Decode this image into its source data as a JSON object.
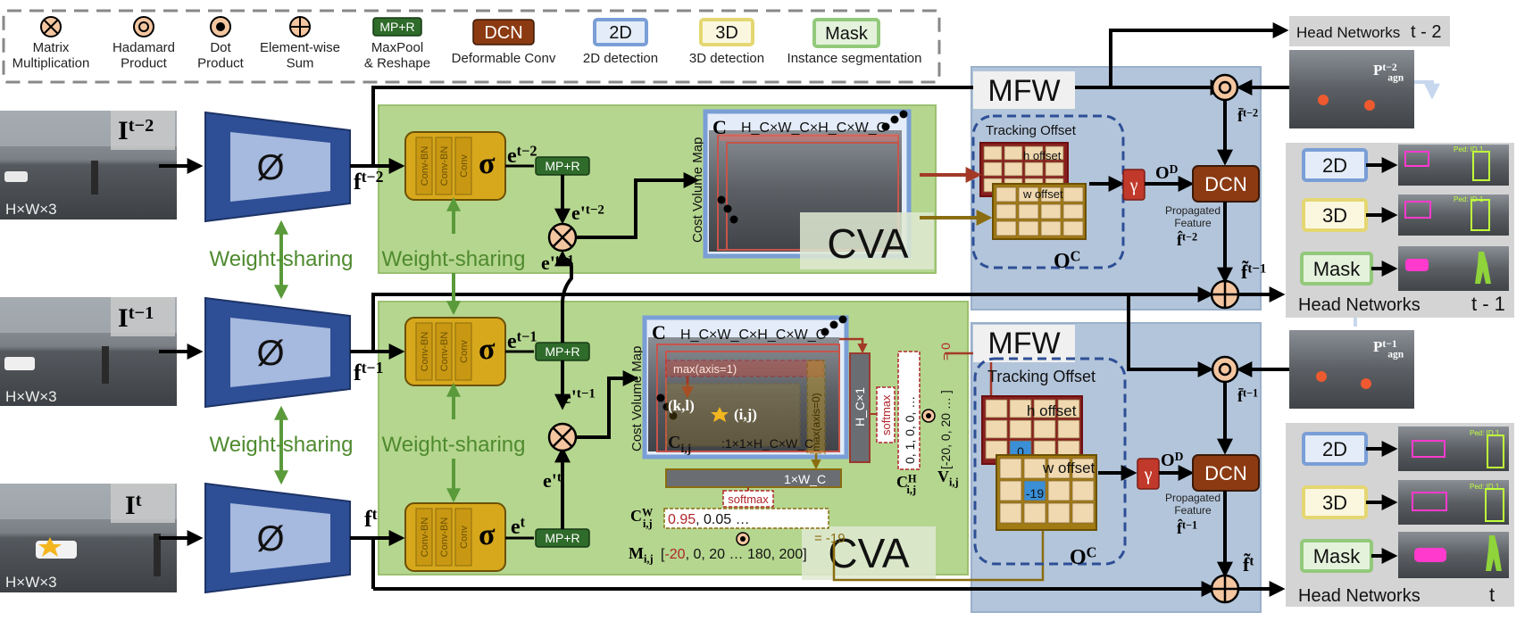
{
  "legend": {
    "matmul": "Matrix\nMultiplication",
    "hadamard": "Hadamard\nProduct",
    "dot": "Dot\nProduct",
    "elemsum": "Element-wise\nSum",
    "maxpool_box": "MP+R",
    "maxpool": "MaxPool\n& Reshape",
    "dcn_box": "DCN",
    "dcn": "Deformable Conv",
    "det2d_box": "2D",
    "det2d": "2D detection",
    "det3d_box": "3D",
    "det3d": "3D detection",
    "mask_box": "Mask",
    "mask": "Instance segmentation"
  },
  "inputs": {
    "dims": "H×W×3",
    "frames": [
      "I^{t−2}",
      "I^{t−1}",
      "I^{t}"
    ]
  },
  "backbone_symbol": "Ø",
  "features": [
    "f^{t−2}",
    "f^{t−1}",
    "f^{t}"
  ],
  "sigma": "σ",
  "conv_labels": [
    "Conv-BN",
    "Conv-BN",
    "Conv"
  ],
  "embeddings": [
    "e^{t−2}",
    "e^{t−1}",
    "e^{t}"
  ],
  "embeddings_prime": [
    "e'^{t−2}",
    "e'^{t−1}",
    "e'^{t−1}",
    "e'^{t}"
  ],
  "mp_r": "MP+R",
  "weight_sharing": "Weight-sharing",
  "cost_volume": {
    "axis_label": "Cost Volume Map",
    "C": "C",
    "dims": "H_C×W_C×H_C×W_C",
    "max_axis1": "max(axis=1)",
    "max_axis0": "max(axis=0)",
    "kl": "(k,l)",
    "ij": "(i,j)",
    "cij": "C_{i,j}",
    "cij_dims": ":1×1×H_C×W_C",
    "hc1": "H_C×1",
    "one_wc": "1×W_C",
    "softmax": "softmax"
  },
  "cva_label": "CVA",
  "offsets": {
    "ch": "C^{H}_{i,j}",
    "ch_vals": "0, 1, 0, 0, …",
    "vij": "V_{i,j}",
    "vij_vals": "[-20, 0, 20 … ]",
    "eq0": "= 0",
    "cw": "C^{W}_{i,j}",
    "cw_vals_red": "0.95",
    "cw_vals_rest": ", 0.05 …",
    "mij": "M_{i,j}",
    "mij_open": "[",
    "mij_red": "-20",
    "mij_rest": ",     0,     20 … 180, 200]",
    "eq19": "= -19"
  },
  "mfw": {
    "title": "MFW",
    "tracking_offset": "Tracking Offset",
    "h_offset": "h offset",
    "w_offset": "w offset",
    "h_val": "0",
    "w_val": "-19",
    "gamma": "γ",
    "od": "O^{D}",
    "oc": "O^{C}",
    "dcn": "DCN",
    "propagated": "Propagated\nFeature",
    "fhat_top": "f̂^{t−2}",
    "fhat_bot": "f̂^{t−1}",
    "fbar_top": "f̄^{t−2}",
    "fbar_bot": "f̄^{t−1}",
    "ftilde_top": "f̃^{t−1}",
    "ftilde_bot": "f̃^{t}"
  },
  "heads": {
    "top_title": "Head Networks",
    "top_t": "t - 2",
    "agn_top": "P^{t−2}_{agn}",
    "agn_mid": "P^{t−1}_{agn}",
    "mid_title": "Head Networks",
    "mid_t": "t - 1",
    "bot_title": "Head Networks",
    "bot_t": "t",
    "d2": "2D",
    "d3": "3D",
    "mask": "Mask",
    "ped": "Ped: ID 1"
  },
  "colors": {
    "green_panel": "#b5d68f",
    "blue_panel": "#b3c5db",
    "encoder_dark": "#2e4f96",
    "encoder_light": "#a6b9de",
    "conv_gold": "#d8a81c",
    "mp_green": "#2f6b2a",
    "dcn_brown": "#8b3a12",
    "gamma_red": "#c0392b",
    "ws_green": "#5a9a3a",
    "offset_red": "#b0262b",
    "offset_gold": "#c9a227"
  }
}
